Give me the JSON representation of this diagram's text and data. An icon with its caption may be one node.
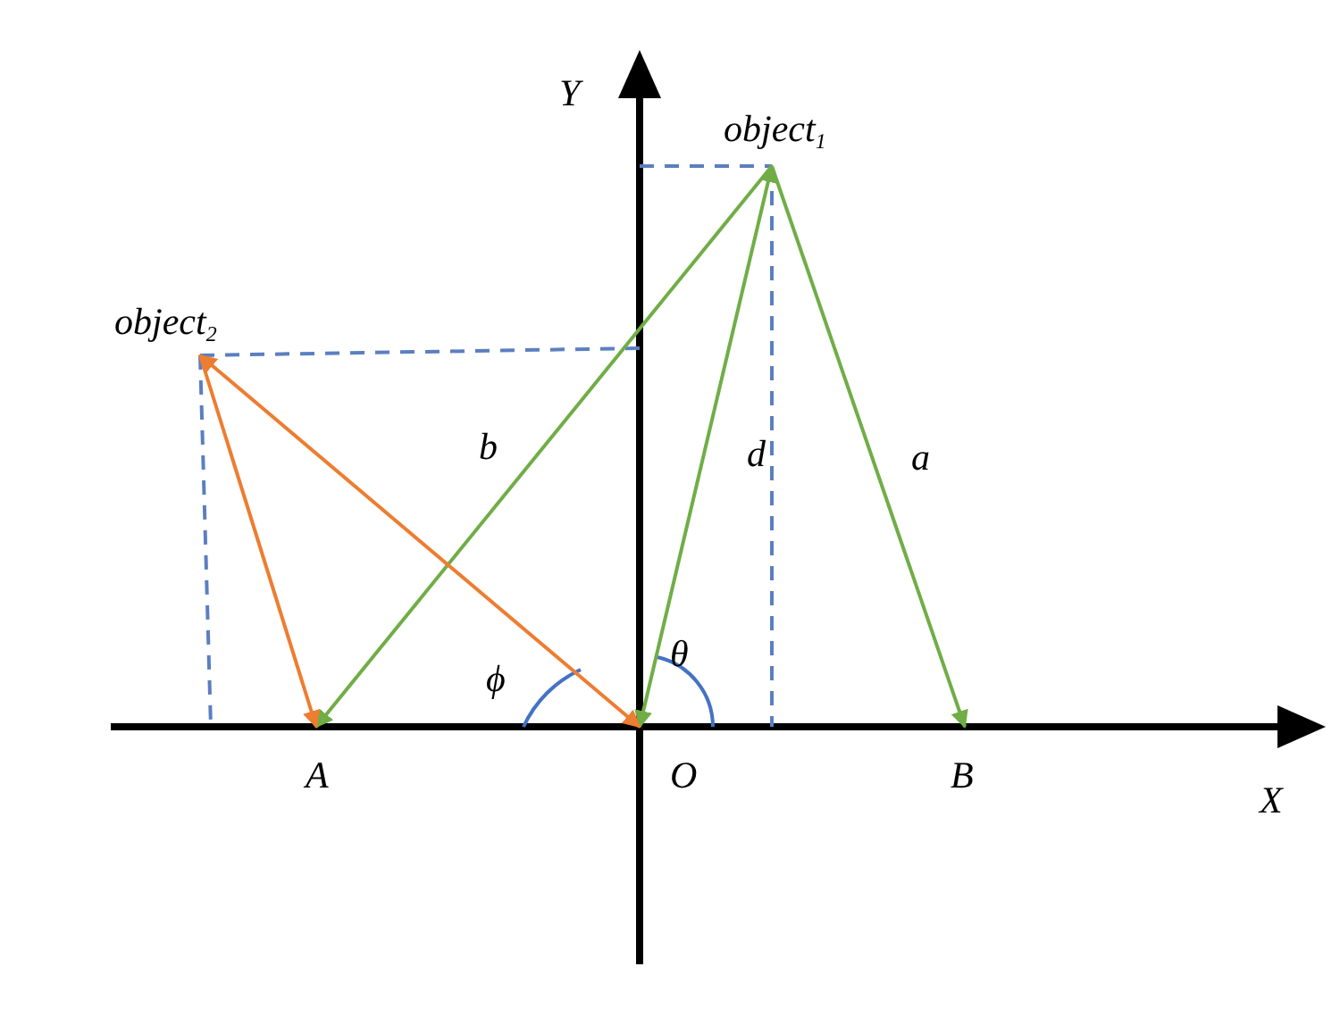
{
  "diagram": {
    "nodes": [
      {
        "text": [
          "object$_{1}$"
        ]
      },
      {
        "text": [
          "object$_{2}$"
        ]
      },
      {
        "text": [
          "A"
        ]
      },
      {
        "text": [
          "O"
        ]
      },
      {
        "text": [
          "B"
        ]
      }
    ],
    "edges": [
      {
        "from": 0,
        "to": 2,
        "arrow": "to",
        "label": "b",
        "color": "#70ad47"
      },
      {
        "from": 0,
        "to": 3,
        "arrow": "both",
        "label": "d",
        "color": "#70ad47"
      },
      {
        "from": 0,
        "to": 4,
        "arrow": "to",
        "label": "a",
        "color": "#70ad47"
      },
      {
        "from": 1,
        "to": 2,
        "arrow": "to",
        "color": "#ed7d31"
      },
      {
        "from": 1,
        "to": 3,
        "arrow": "both",
        "color": "#ed7d31"
      }
    ],
    "labels": [
      "Y",
      "X",
      "ϕ",
      "θ"
    ]
  }
}
